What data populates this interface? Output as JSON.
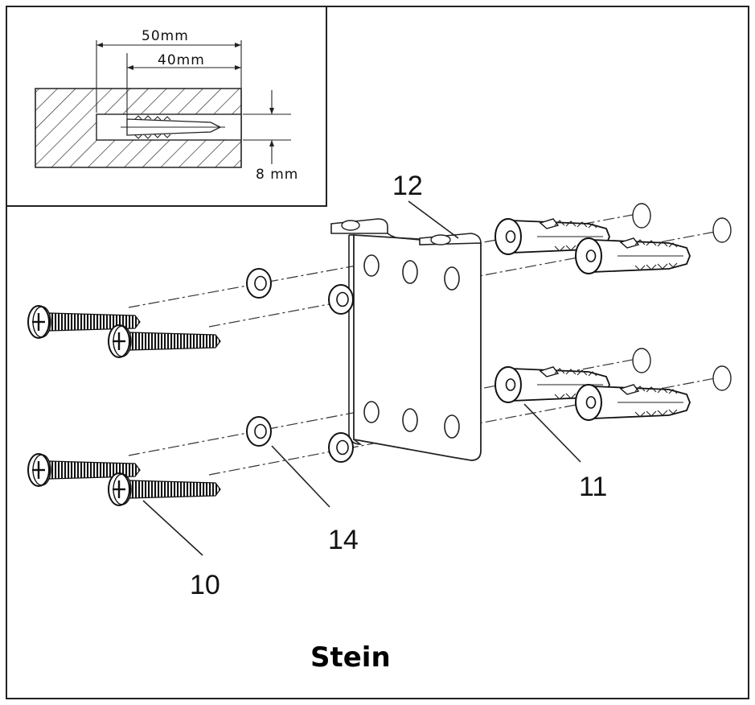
{
  "detail": {
    "dim_outer": "50mm",
    "dim_inner": "40mm",
    "dim_hole": "8 mm"
  },
  "callouts": {
    "screw": "10",
    "dowel": "11",
    "bracket": "12",
    "washer": "14"
  },
  "caption": "Stein"
}
